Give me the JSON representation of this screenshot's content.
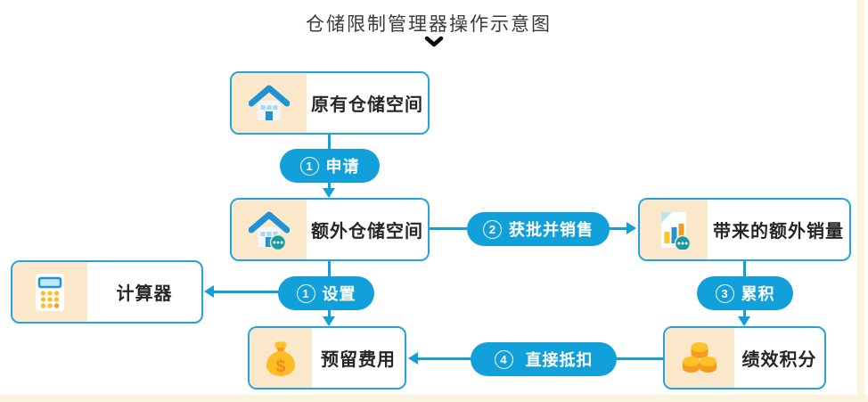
{
  "title": "仓储限制管理器操作示意图",
  "nodes": {
    "original_storage": {
      "label": "原有仓储空间",
      "icon": "house-icon"
    },
    "extra_storage": {
      "label": "额外仓储空间",
      "icon": "house-ellipsis-icon"
    },
    "extra_sales": {
      "label": "带来的额外销量",
      "icon": "chart-document-icon"
    },
    "calculator": {
      "label": "计算器",
      "icon": "calculator-icon"
    },
    "reserved_fee": {
      "label": "预留费用",
      "icon": "money-bag-icon"
    },
    "performance_points": {
      "label": "绩效积分",
      "icon": "coins-icon"
    }
  },
  "steps": {
    "apply": {
      "number": "1",
      "label": "申请"
    },
    "approve_sell": {
      "number": "2",
      "label": "获批并销售"
    },
    "setup": {
      "number": "1",
      "label": "设置"
    },
    "accumulate": {
      "number": "3",
      "label": "累积"
    },
    "deduct": {
      "number": "4",
      "label": "直接抵扣"
    }
  },
  "colors": {
    "accent_blue": "#12a0da",
    "box_border_blue": "#25a3da",
    "icon_panel_cream": "#fbe8cb",
    "page_edge_cream": "#fcf3df",
    "icon_blue": "#2093d4",
    "icon_teal_badge": "#179ba3",
    "icon_yellow": "#ffc226",
    "icon_orange": "#f79b1d"
  }
}
